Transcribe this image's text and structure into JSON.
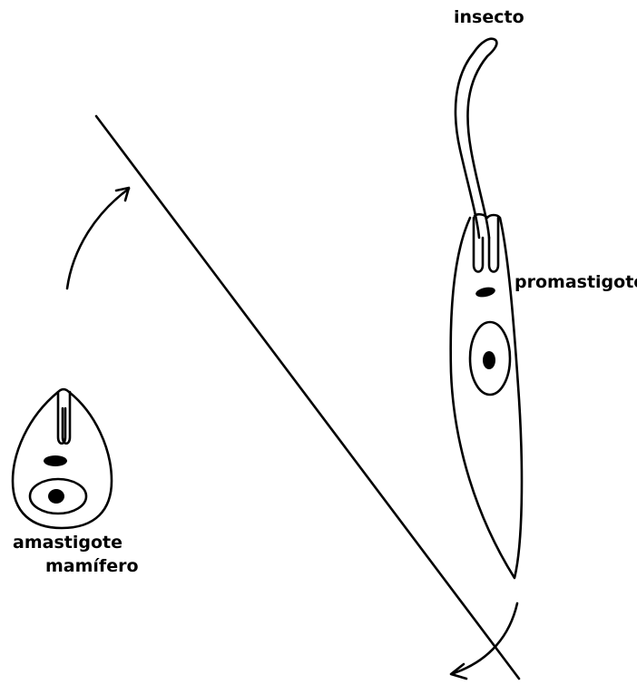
{
  "labels": {
    "insect": "insecto",
    "promastigote": "promastigote",
    "amastigote": "amastigote",
    "mammal": "mamífero"
  },
  "colors": {
    "ink": "#000000",
    "background": "#ffffff"
  }
}
